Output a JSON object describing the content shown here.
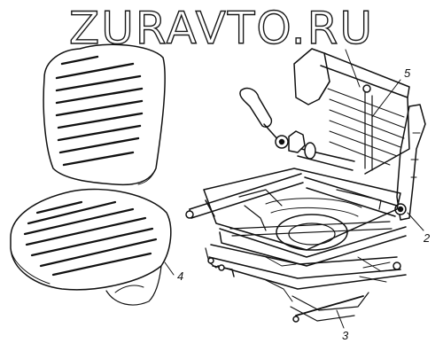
{
  "watermark": {
    "text": "ZURAVTO.RU"
  },
  "callouts": {
    "c2": "2",
    "c3": "3",
    "c4": "4",
    "c5": "5"
  }
}
